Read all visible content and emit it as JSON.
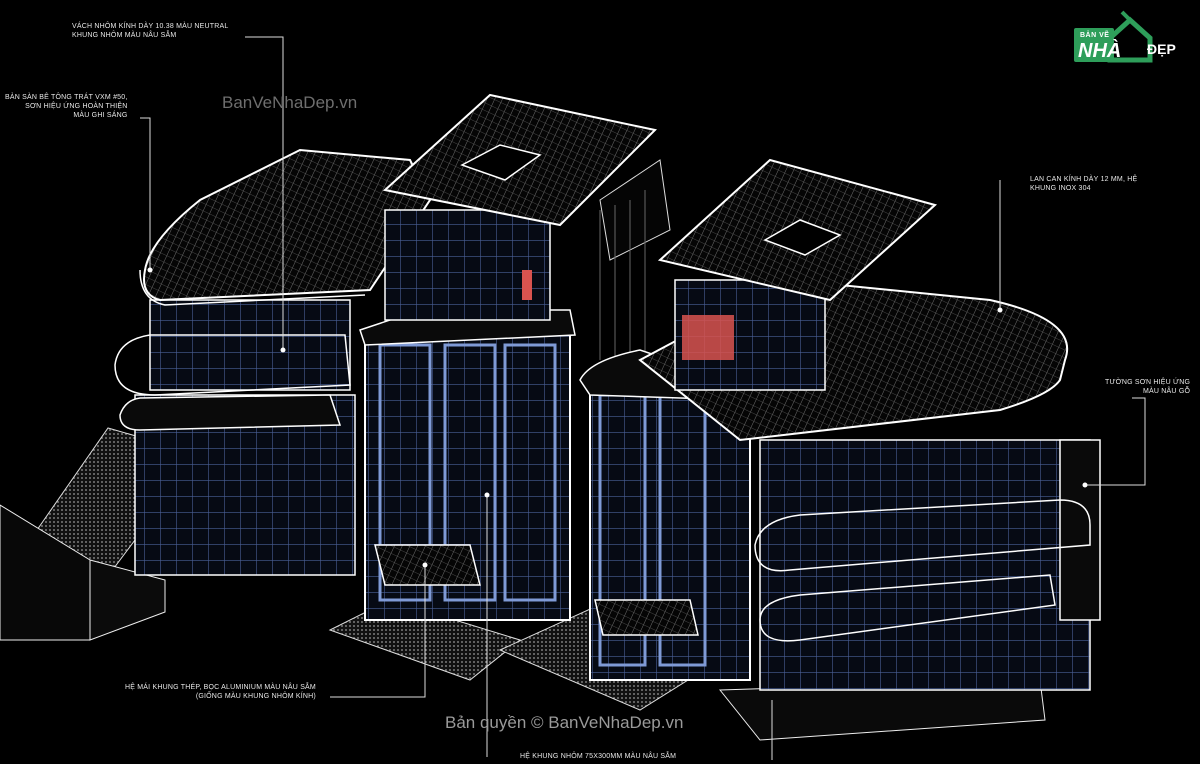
{
  "watermarks": {
    "top": "BanVeNhaDep.vn",
    "bottom": "Bản quyền © BanVeNhaDep.vn"
  },
  "logo": {
    "small": "BẢN VẼ",
    "main": "NHÀ",
    "sub": "ĐẸP"
  },
  "annotations": {
    "top_glass_1": "VÁCH NHÔM KÍNH DÀY 10.38 MÀU NEUTRAL",
    "top_glass_2": "KHUNG NHÔM MÀU NÂU SẪM",
    "slab_1": "BẢN SÀN BÊ TÔNG TRÁT VXM #50,",
    "slab_2": "SƠN HIỆU ỨNG HOÀN THIỆN",
    "slab_3": "MÀU GHI SÁNG",
    "rail_1": "LAN CAN KÍNH DÀY 12 MM, HỆ",
    "rail_2": "KHUNG INOX 304",
    "wall_1": "TƯỜNG SƠN HIỆU ỨNG",
    "wall_2": "MÀU NÂU GỖ",
    "canopy_1": "HỆ MÁI KHUNG THÉP, BỌC ALUMINIUM MÀU NÂU SẪM",
    "canopy_2": "(GIỐNG MÀU KHUNG NHÔM KÍNH)",
    "frame": "HỆ KHUNG NHÔM 75X300MM MÀU NÂU SẪM"
  },
  "colors": {
    "background": "#000000",
    "outline": "#ffffff",
    "hatch": "#8a8a8a",
    "frame": "#5f7cc4",
    "accent": "#d9534f",
    "logo_green": "#2e9e5a"
  }
}
